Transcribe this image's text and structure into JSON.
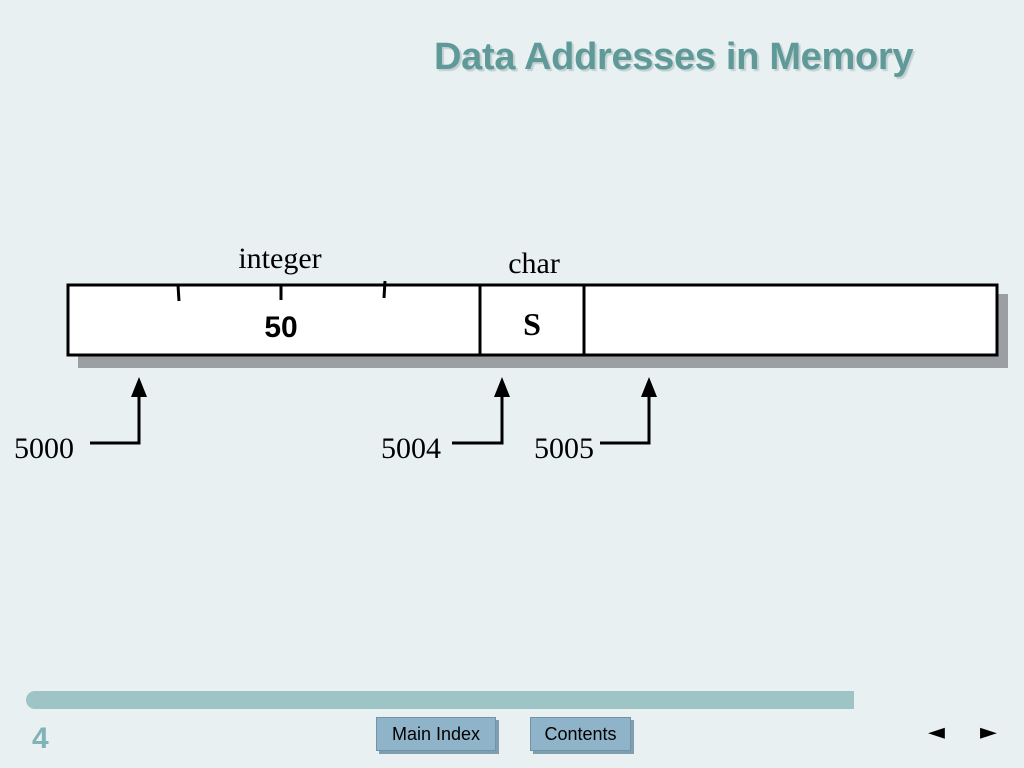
{
  "slide": {
    "title": "Data Addresses in Memory",
    "page_number": "4"
  },
  "diagram": {
    "integer_label": "integer",
    "char_label": "char",
    "integer_value": "50",
    "char_value": "S",
    "addresses": [
      "5000",
      "5004",
      "5005"
    ]
  },
  "navigation": {
    "main_index_label": "Main Index",
    "contents_label": "Contents",
    "prev_symbol": "◄",
    "next_symbol": "►"
  },
  "colors": {
    "title": "#5f9a98",
    "background": "#e8f0f2",
    "bar": "#9fc4c6",
    "button": "#8fb3c8"
  }
}
